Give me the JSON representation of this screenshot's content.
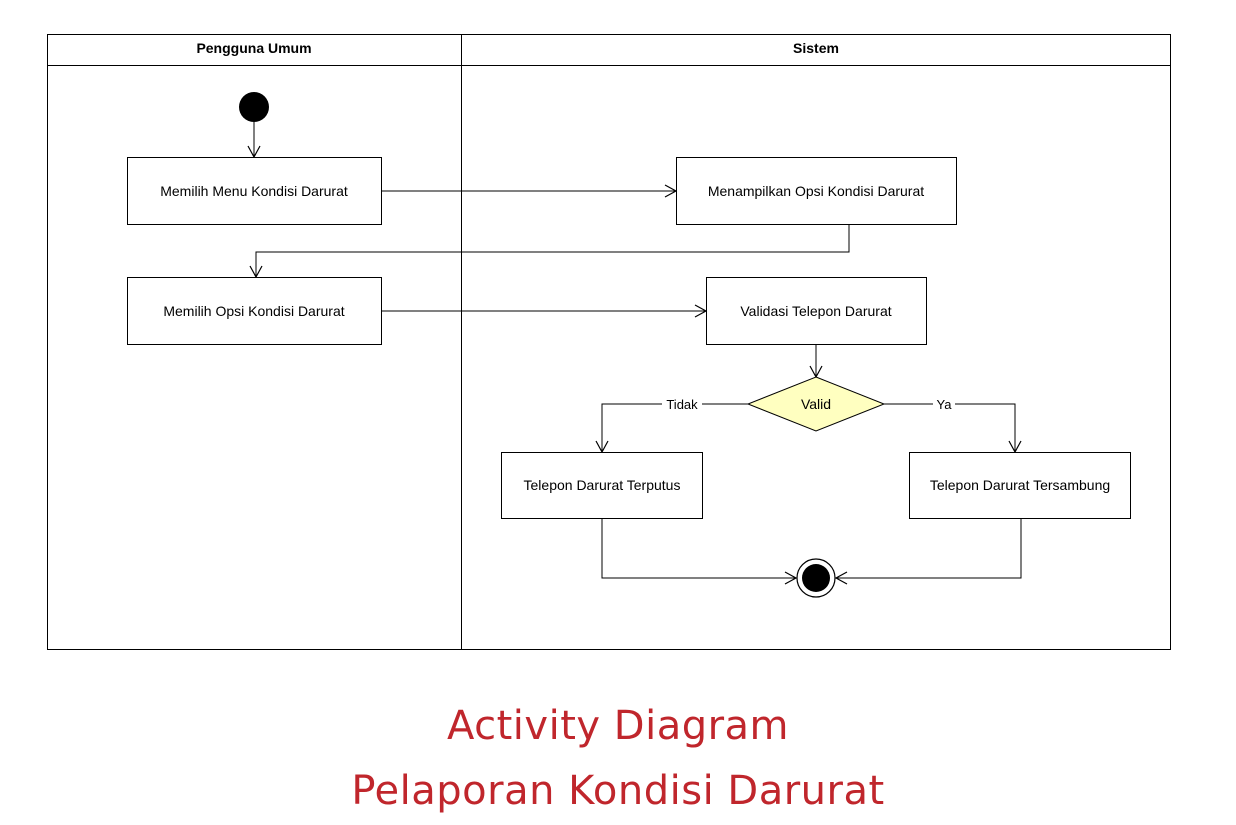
{
  "swimlanes": {
    "left_title": "Pengguna Umum",
    "right_title": "Sistem"
  },
  "nodes": {
    "memilih_menu": "Memilih Menu Kondisi Darurat",
    "menampilkan_opsi": "Menampilkan Opsi Kondisi Darurat",
    "memilih_opsi": "Memilih Opsi Kondisi Darurat",
    "validasi": "Validasi Telepon Darurat",
    "decision": "Valid",
    "terputus": "Telepon Darurat Terputus",
    "tersambung": "Telepon Darurat Tersambung"
  },
  "edges": {
    "no_label": "Tidak",
    "yes_label": "Ya"
  },
  "colors": {
    "decision_fill": "#ffffc0",
    "caption": "#c0262c"
  },
  "caption": {
    "line1": "Activity Diagram",
    "line2": "Pelaporan Kondisi Darurat"
  }
}
